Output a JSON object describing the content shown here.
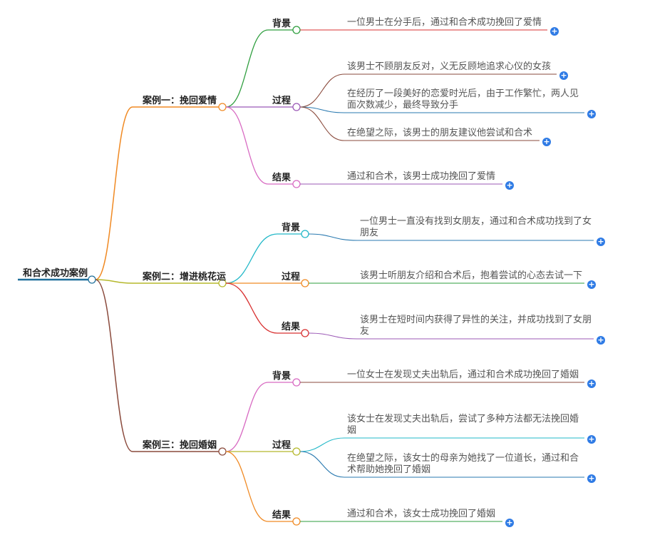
{
  "root": "和合术成功案例",
  "colors": {
    "root": "#1f6f9a",
    "case1": "#f08a24",
    "case2": "#b5b82c",
    "case3": "#8a4a3c",
    "plus": "#2f7be5"
  },
  "cases": [
    {
      "label": "案例一：挽回爱情",
      "categories": [
        {
          "label": "背景",
          "leaves": [
            {
              "lines": [
                "一位男士在分手后，通过和合术成功挽回了爱情"
              ]
            }
          ]
        },
        {
          "label": "过程",
          "leaves": [
            {
              "lines": [
                "该男士不顾朋友反对，义无反顾地追求心仪的女孩"
              ]
            },
            {
              "lines": [
                "在经历了一段美好的恋爱时光后，由于工作繁忙，两人见",
                "面次数减少，最终导致分手"
              ]
            },
            {
              "lines": [
                "在绝望之际，该男士的朋友建议他尝试和合术"
              ]
            }
          ]
        },
        {
          "label": "结果",
          "leaves": [
            {
              "lines": [
                "通过和合术，该男士成功挽回了爱情"
              ]
            }
          ]
        }
      ]
    },
    {
      "label": "案例二：增进桃花运",
      "categories": [
        {
          "label": "背景",
          "leaves": [
            {
              "lines": [
                "一位男士一直没有找到女朋友，通过和合术成功找到了女",
                "朋友"
              ]
            }
          ]
        },
        {
          "label": "过程",
          "leaves": [
            {
              "lines": [
                "该男士听朋友介绍和合术后，抱着尝试的心态去试一下"
              ]
            }
          ]
        },
        {
          "label": "结果",
          "leaves": [
            {
              "lines": [
                "该男士在短时间内获得了异性的关注，并成功找到了女朋",
                "友"
              ]
            }
          ]
        }
      ]
    },
    {
      "label": "案例三：挽回婚姻",
      "categories": [
        {
          "label": "背景",
          "leaves": [
            {
              "lines": [
                "一位女士在发现丈夫出轨后，通过和合术成功挽回了婚姻"
              ]
            }
          ]
        },
        {
          "label": "过程",
          "leaves": [
            {
              "lines": [
                "该女士在发现丈夫出轨后，尝试了多种方法都无法挽回婚",
                "姻"
              ]
            },
            {
              "lines": [
                "在绝望之际，该女士的母亲为她找了一位道长，通过和合",
                "术帮助她挽回了婚姻"
              ]
            }
          ]
        },
        {
          "label": "结果",
          "leaves": [
            {
              "lines": [
                "通过和合术，该女士成功挽回了婚姻"
              ]
            }
          ]
        }
      ]
    }
  ]
}
